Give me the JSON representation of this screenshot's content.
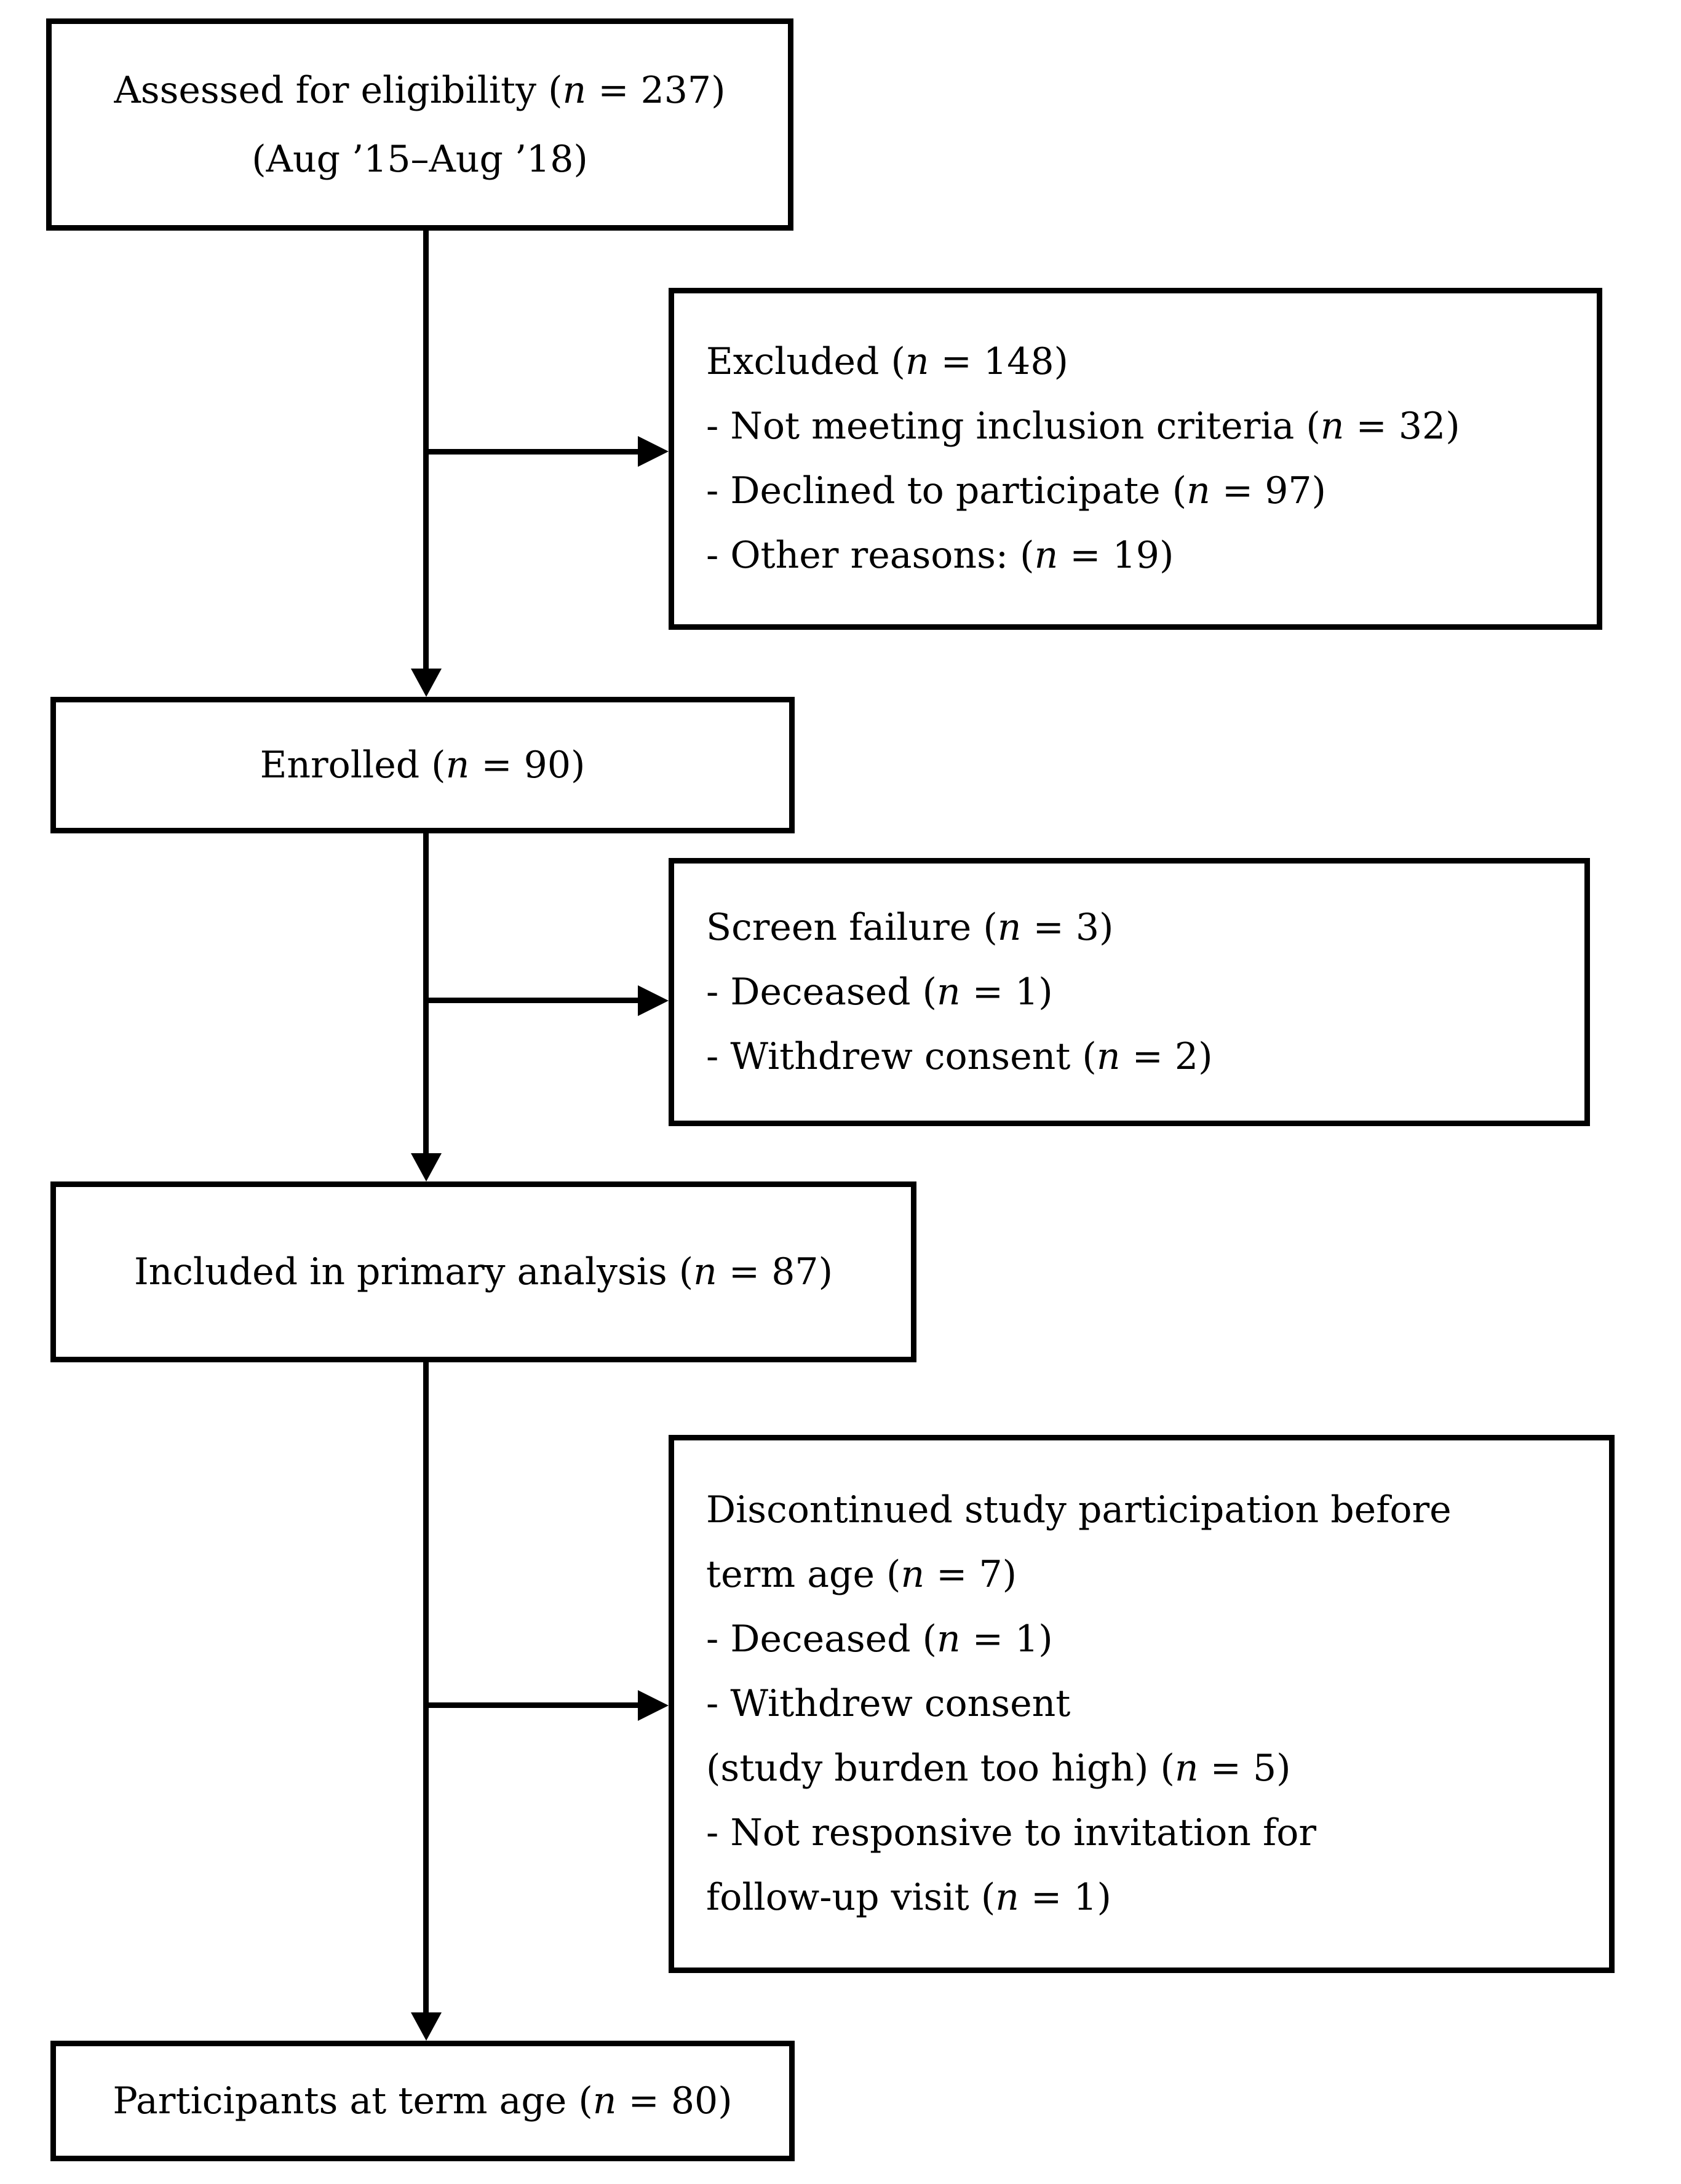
{
  "page": {
    "background_color": "#ffffff",
    "line_color": "#000000",
    "text_color": "#000000"
  },
  "diagram": {
    "type": "flowchart",
    "description_boxes": {
      "assessed": {
        "lines": [
          "Assessed for eligibility (*n* = 237)",
          "(Aug ’15–Aug ’18)"
        ]
      },
      "excluded": {
        "lines": [
          "Excluded (*n* = 148)",
          "- Not meeting inclusion criteria (*n* = 32)",
          "- Declined to participate (*n* = 97)",
          "- Other reasons: (*n* = 19)"
        ]
      },
      "enrolled": {
        "lines": [
          "Enrolled (*n* = 90)"
        ]
      },
      "screen_failure": {
        "lines": [
          "Screen failure (*n* = 3)",
          "- Deceased (*n* = 1)",
          "- Withdrew consent (*n* = 2)"
        ]
      },
      "primary_analysis": {
        "lines": [
          "Included in primary analysis (*n* = 87)"
        ]
      },
      "discontinued": {
        "lines": [
          "Discontinued study participation before",
          "term age (*n* = 7)",
          "- Deceased (*n* = 1)",
          "- Withdrew consent",
          "(study burden too high) (*n* = 5)",
          "- Not responsive to invitation for",
          "follow-up visit (*n* = 1)"
        ]
      },
      "term_age": {
        "lines": [
          "Participants at term age (*n* = 80)"
        ]
      }
    }
  }
}
